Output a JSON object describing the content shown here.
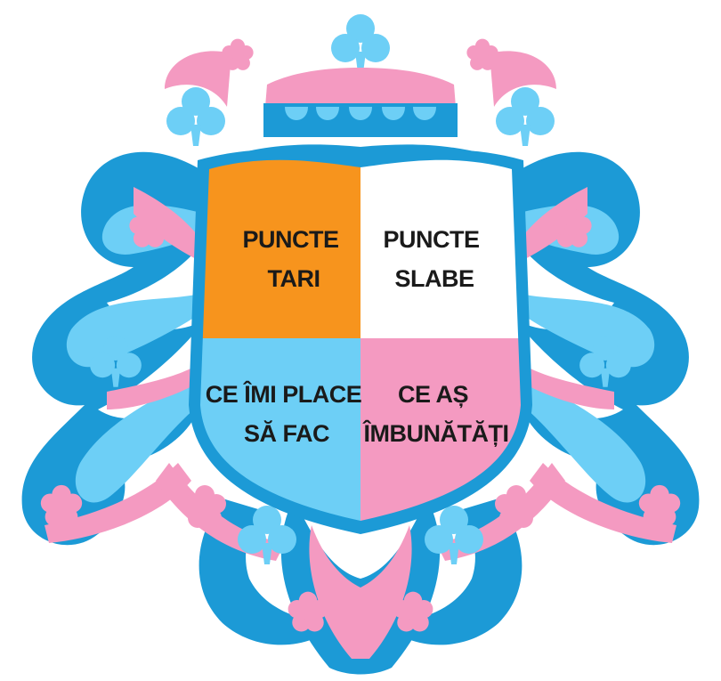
{
  "quadrants": [
    {
      "id": "top-left",
      "lines": [
        "PUNCTE",
        "TARI"
      ],
      "color": "#f7941d"
    },
    {
      "id": "top-right",
      "lines": [
        "PUNCTE",
        "SLABE"
      ],
      "color": "#ffffff"
    },
    {
      "id": "bottom-left",
      "lines": [
        "CE ÎMI PLACE",
        "SĂ FAC"
      ],
      "color": "#6dcff6"
    },
    {
      "id": "bottom-right",
      "lines": [
        "CE AȘ",
        "ÎMBUNĂTĂȚI"
      ],
      "color": "#f49ac1"
    }
  ],
  "colors": {
    "dark_blue": "#1c9ad6",
    "light_blue": "#6dcff6",
    "pink": "#f49ac1",
    "orange": "#f7941d"
  }
}
